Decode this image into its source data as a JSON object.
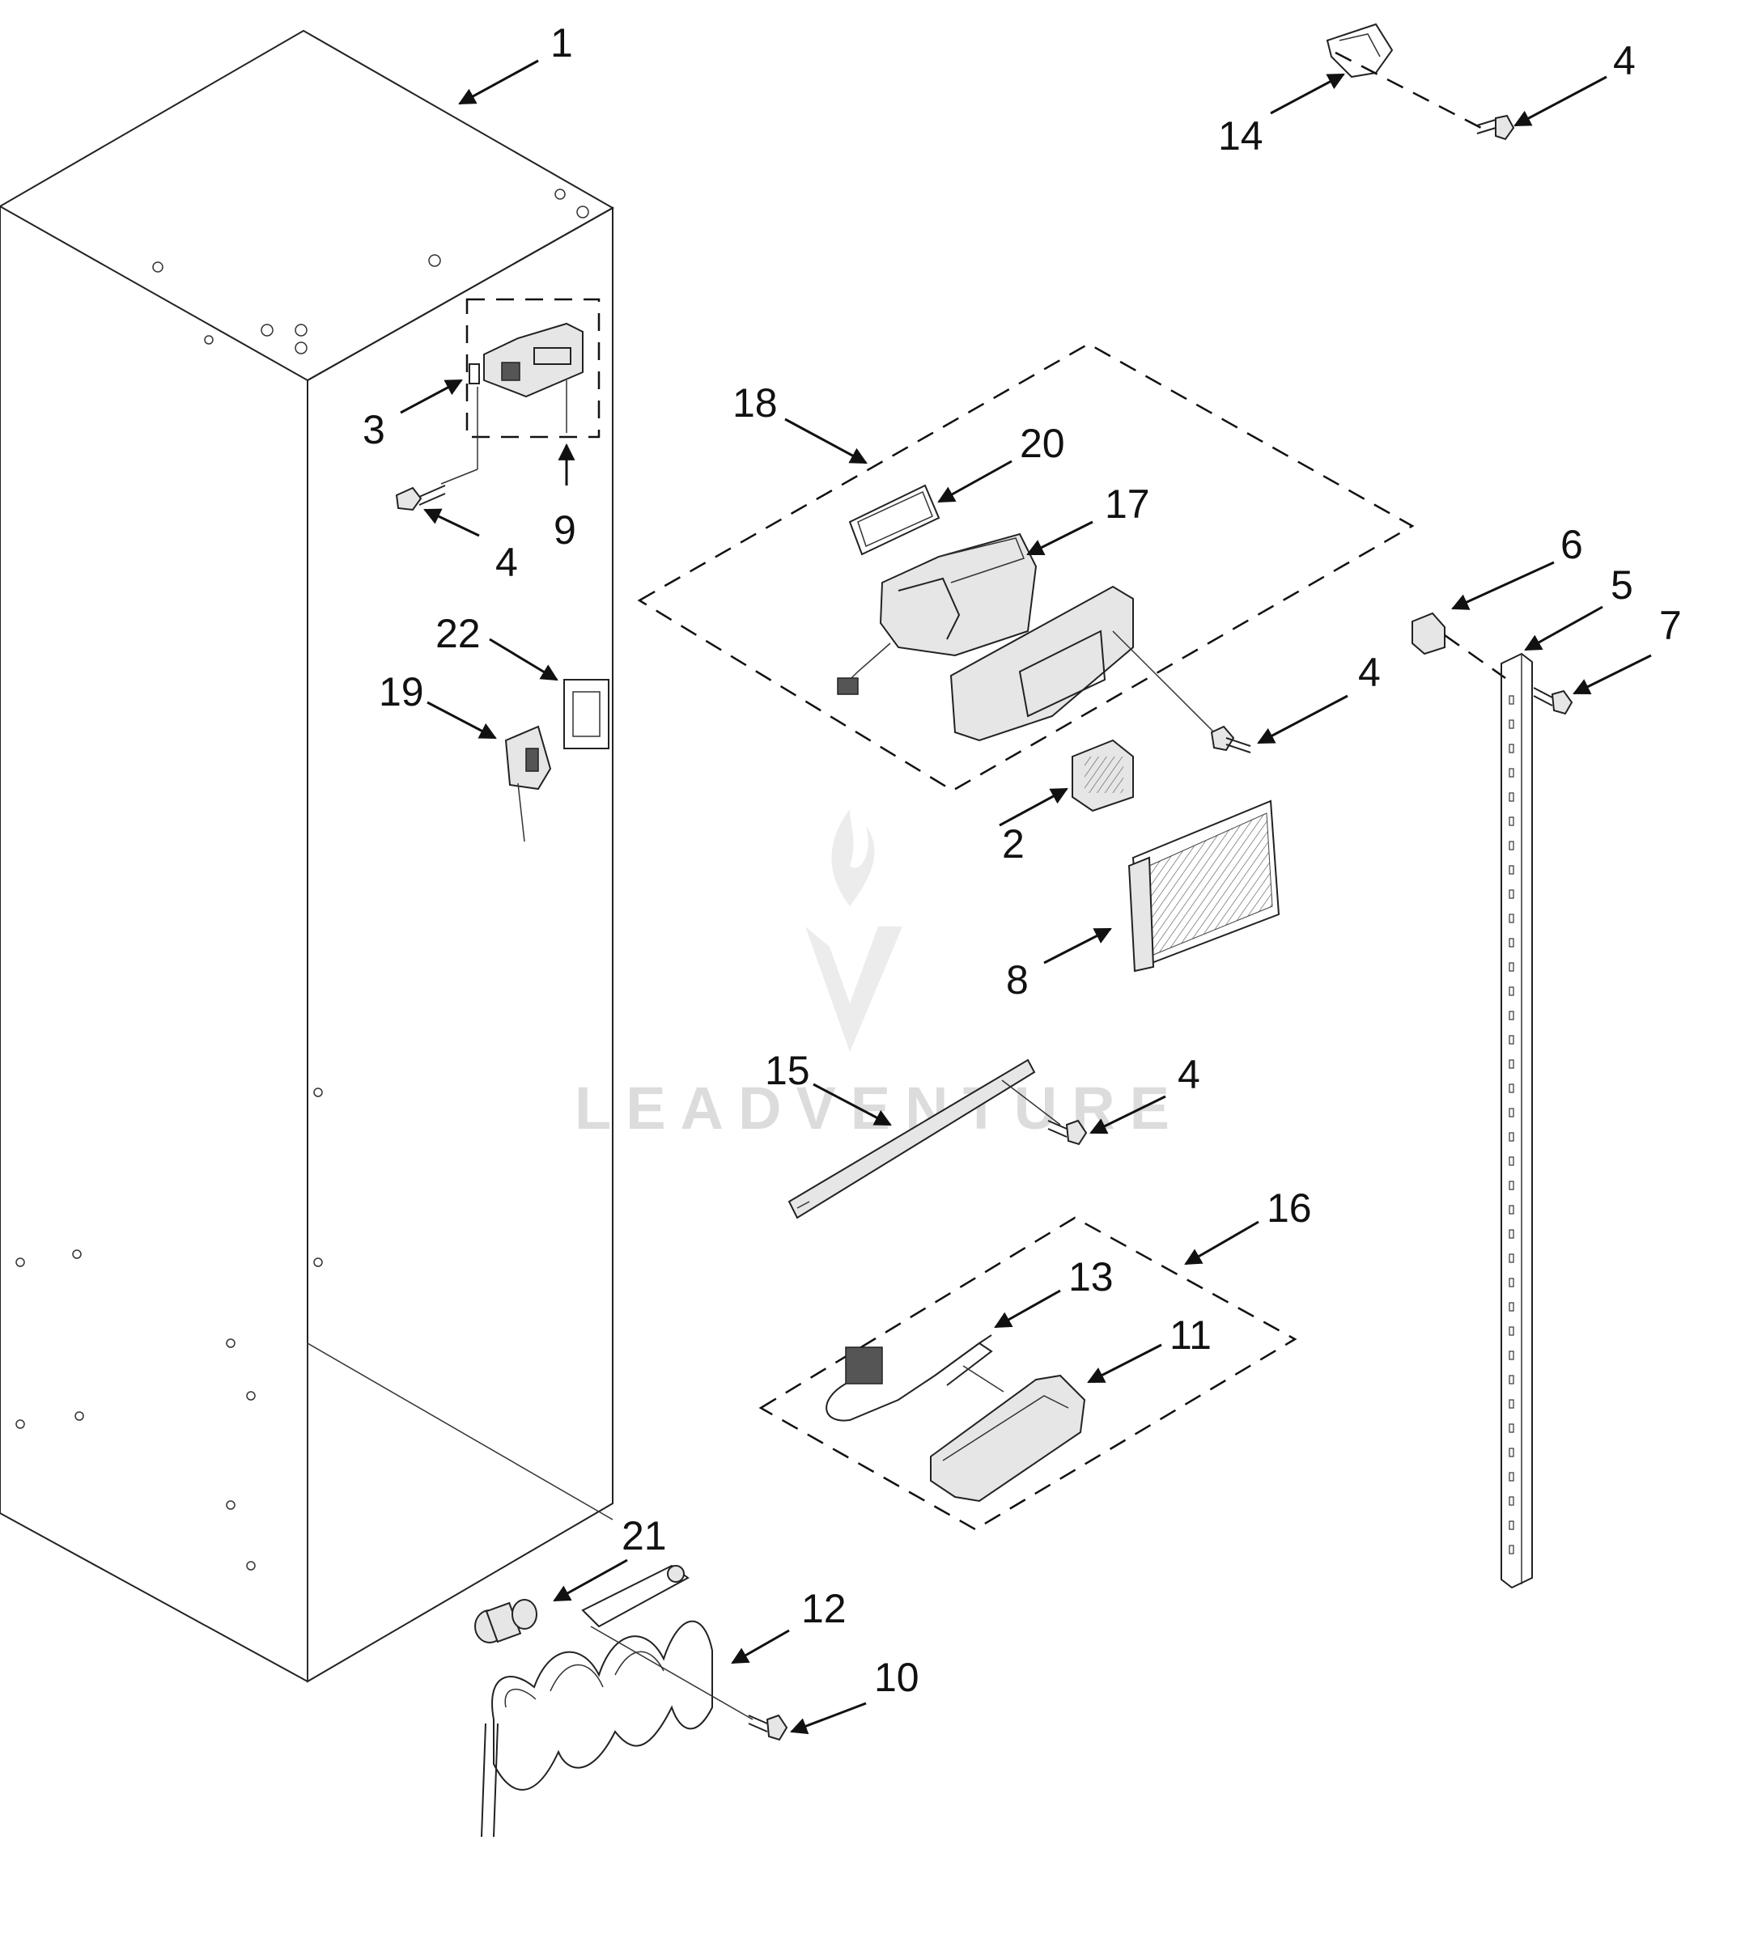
{
  "watermark": {
    "text": "LEADVENTURE"
  },
  "callouts": [
    {
      "id": "c1",
      "label": "1"
    },
    {
      "id": "c2",
      "label": "2"
    },
    {
      "id": "c3",
      "label": "3"
    },
    {
      "id": "c4a",
      "label": "4"
    },
    {
      "id": "c4b",
      "label": "4"
    },
    {
      "id": "c4c",
      "label": "4"
    },
    {
      "id": "c4d",
      "label": "4"
    },
    {
      "id": "c5",
      "label": "5"
    },
    {
      "id": "c6",
      "label": "6"
    },
    {
      "id": "c7",
      "label": "7"
    },
    {
      "id": "c8",
      "label": "8"
    },
    {
      "id": "c9",
      "label": "9"
    },
    {
      "id": "c10",
      "label": "10"
    },
    {
      "id": "c11",
      "label": "11"
    },
    {
      "id": "c12",
      "label": "12"
    },
    {
      "id": "c13",
      "label": "13"
    },
    {
      "id": "c14",
      "label": "14"
    },
    {
      "id": "c15",
      "label": "15"
    },
    {
      "id": "c16",
      "label": "16"
    },
    {
      "id": "c17",
      "label": "17"
    },
    {
      "id": "c18",
      "label": "18"
    },
    {
      "id": "c19",
      "label": "19"
    },
    {
      "id": "c20",
      "label": "20"
    },
    {
      "id": "c21",
      "label": "21"
    },
    {
      "id": "c22",
      "label": "22"
    }
  ]
}
